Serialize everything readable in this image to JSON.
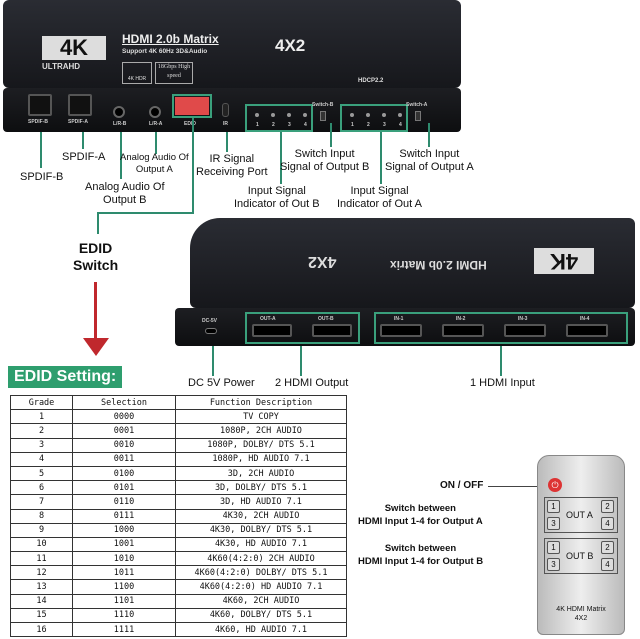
{
  "front_device": {
    "logo": "4K",
    "logo_sub": "ULTRAHD",
    "title": "HDMI 2.0b Matrix",
    "subtitle": "Support 4K 60Hz 3D&Audio",
    "model": "4X2",
    "badge1": "4K HDR",
    "badge2": "18Gbps High speed",
    "hdcp": "HDCP2.2",
    "ports": [
      "SPDIF-B",
      "SPDIF-A",
      "L/R-B",
      "L/R-A",
      "EDID",
      "IR"
    ],
    "switch_b": "Switch-B",
    "switch_a": "Switch-A",
    "led_numbers": [
      "1",
      "2",
      "3",
      "4"
    ]
  },
  "front_labels": {
    "spdif_b": "SPDIF-B",
    "spdif_a": "SPDIF-A",
    "analog_a": [
      "Analog Audio Of",
      "Output A"
    ],
    "analog_b": [
      "Analog Audio Of",
      "Output B"
    ],
    "ir": [
      "IR Signal",
      "Receiving Port"
    ],
    "switch_b": [
      "Switch Input",
      "Signal of Output B"
    ],
    "switch_a": [
      "Switch Input",
      "Signal of Output A"
    ],
    "ind_b": [
      "Input Signal",
      "Indicator of Out B"
    ],
    "ind_a": [
      "Input Signal",
      "Indicator of Out A"
    ],
    "edid": [
      "EDID",
      "Switch"
    ]
  },
  "rear_device": {
    "dc": "DC-5V",
    "out_a": "OUT-A",
    "out_b": "OUT-B",
    "inputs": [
      "IN-1",
      "IN-2",
      "IN-3",
      "IN-4"
    ],
    "title": "HDMI 2.0b Matrix",
    "model": "4X2",
    "logo": "4K"
  },
  "rear_labels": {
    "dc": "DC 5V Power",
    "out": "2 HDMI Output",
    "in": "1 HDMI Input"
  },
  "edid_setting": {
    "title": "EDID Setting:",
    "columns": [
      "Grade",
      "Selection",
      "Function Description"
    ],
    "rows": [
      [
        "1",
        "0000",
        "TV COPY"
      ],
      [
        "2",
        "0001",
        "1080P, 2CH AUDIO"
      ],
      [
        "3",
        "0010",
        "1080P, DOLBY/ DTS 5.1"
      ],
      [
        "4",
        "0011",
        "1080P, HD AUDIO 7.1"
      ],
      [
        "5",
        "0100",
        "3D, 2CH AUDIO"
      ],
      [
        "6",
        "0101",
        "3D, DOLBY/ DTS 5.1"
      ],
      [
        "7",
        "0110",
        "3D, HD AUDIO 7.1"
      ],
      [
        "8",
        "0111",
        "4K30, 2CH AUDIO"
      ],
      [
        "9",
        "1000",
        "4K30, DOLBY/ DTS 5.1"
      ],
      [
        "10",
        "1001",
        "4K30, HD AUDIO 7.1"
      ],
      [
        "11",
        "1010",
        "4K60(4:2:0) 2CH AUDIO"
      ],
      [
        "12",
        "1011",
        "4K60(4:2:0) DOLBY/ DTS 5.1"
      ],
      [
        "13",
        "1100",
        "4K60(4:2:0) HD AUDIO 7.1"
      ],
      [
        "14",
        "1101",
        "4K60, 2CH AUDIO"
      ],
      [
        "15",
        "1110",
        "4K60, DOLBY/ DTS 5.1"
      ],
      [
        "16",
        "1111",
        "4K60, HD AUDIO 7.1"
      ]
    ]
  },
  "remote": {
    "on_off": "ON / OFF",
    "switch_a": [
      "Switch between",
      "HDMI Input 1-4 for Output A"
    ],
    "switch_b": [
      "Switch between",
      "HDMI Input 1-4 for Output B"
    ],
    "out_a": "OUT A",
    "out_b": "OUT B",
    "buttons": [
      "1",
      "2",
      "3",
      "4"
    ],
    "name": [
      "4K HDMI Matrix",
      "4X2"
    ]
  },
  "colors": {
    "accent_green": "#3aa07c",
    "arrow_red": "#c0282d",
    "banner_green": "#2e9e6e"
  }
}
